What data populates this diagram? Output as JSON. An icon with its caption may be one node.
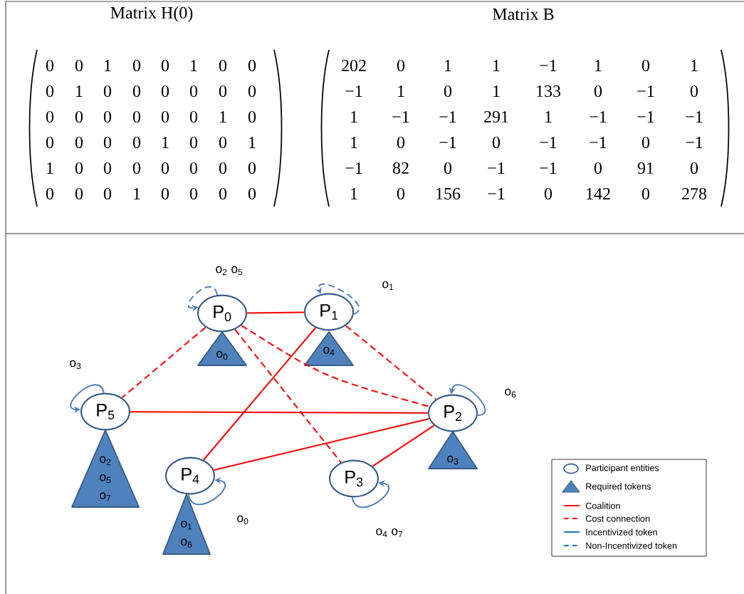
{
  "diagram": {
    "nodes": [
      {
        "text": [
          "P$_{0}$"
        ]
      },
      {
        "text": [
          "P$_{1}$"
        ]
      },
      {
        "text": [
          "P$_{2}$"
        ]
      },
      {
        "text": [
          "P$_{3}$"
        ]
      },
      {
        "text": [
          "P$_{4}$"
        ]
      },
      {
        "text": [
          "P$_{5}$"
        ]
      },
      {
        "text": [
          "o$_{0}$"
        ]
      },
      {
        "text": [
          "o$_{4}$"
        ]
      },
      {
        "text": [
          "o$_{3}$"
        ]
      },
      {
        "text": [
          "o$_{1}$ o$_{6}$"
        ]
      },
      {
        "text": [
          "o$_{2}$ o$_{5}$ o$_{7}$"
        ]
      }
    ],
    "edges": [
      {
        "from": 0,
        "to": 0,
        "arrow": "to",
        "label": "o$_{2}$ o$_{5}$",
        "style": "dashed",
        "color": "#4f81bd"
      },
      {
        "from": 1,
        "to": 1,
        "arrow": "to",
        "label": "o$_{1}$",
        "style": "dashed",
        "color": "#4f81bd"
      },
      {
        "from": 5,
        "to": 5,
        "arrow": "to",
        "label": "o$_{3}$",
        "color": "#4f81bd"
      },
      {
        "from": 2,
        "to": 2,
        "arrow": "to",
        "label": "o$_{6}$",
        "color": "#4f81bd"
      },
      {
        "from": 4,
        "to": 4,
        "arrow": "to",
        "label": "o$_{0}$",
        "color": "#4f81bd"
      },
      {
        "from": 3,
        "to": 3,
        "arrow": "to",
        "label": "o$_{4}$ o$_{7}$",
        "color": "#4f81bd"
      },
      {
        "from": 0,
        "to": 1,
        "arrow": "none"
      },
      {
        "from": 1,
        "to": 4,
        "arrow": "none"
      },
      {
        "from": 5,
        "to": 2,
        "arrow": "none"
      },
      {
        "from": 4,
        "to": 2,
        "arrow": "none"
      },
      {
        "from": 2,
        "to": 3,
        "arrow": "none"
      },
      {
        "from": 0,
        "to": 5,
        "arrow": "none",
        "style": "dashed"
      },
      {
        "from": 0,
        "to": 3,
        "arrow": "none",
        "style": "dashed"
      },
      {
        "from": 0,
        "to": 2,
        "arrow": "none",
        "style": "dashed"
      },
      {
        "from": 1,
        "to": 2,
        "arrow": "none",
        "style": "dashed"
      }
    ],
    "labels": [
      "Matrix H(0)",
      "Matrix B",
      "0",
      "0",
      "1",
      "0",
      "0",
      "1",
      "0",
      "0",
      "0",
      "1",
      "0",
      "0",
      "0",
      "0",
      "0",
      "0",
      "0",
      "0",
      "0",
      "0",
      "0",
      "0",
      "1",
      "0",
      "0",
      "0",
      "0",
      "0",
      "1",
      "0",
      "0",
      "1",
      "1",
      "0",
      "0",
      "0",
      "0",
      "0",
      "0",
      "0",
      "0",
      "0",
      "0",
      "1",
      "0",
      "0",
      "0",
      "0",
      "202",
      "0",
      "1",
      "1",
      "−1",
      "1",
      "0",
      "1",
      "−1",
      "1",
      "0",
      "1",
      "133",
      "0",
      "−1",
      "0",
      "1",
      "−1",
      "−1",
      "291",
      "1",
      "−1",
      "−1",
      "−1",
      "1",
      "0",
      "−1",
      "0",
      "−1",
      "−1",
      "0",
      "−1",
      "−1",
      "82",
      "0",
      "−1",
      "−1",
      "0",
      "91",
      "0",
      "1",
      "0",
      "156",
      "−1",
      "0",
      "142",
      "0",
      "278"
    ],
    "legend": [
      {
        "text": "Participant entities"
      },
      {
        "text": "Required tokens"
      },
      {
        "text": "Coalition"
      },
      {
        "text": "Cost connection"
      },
      {
        "text": "Incentivized token"
      },
      {
        "text": "Non-Incentivized token"
      }
    ]
  }
}
